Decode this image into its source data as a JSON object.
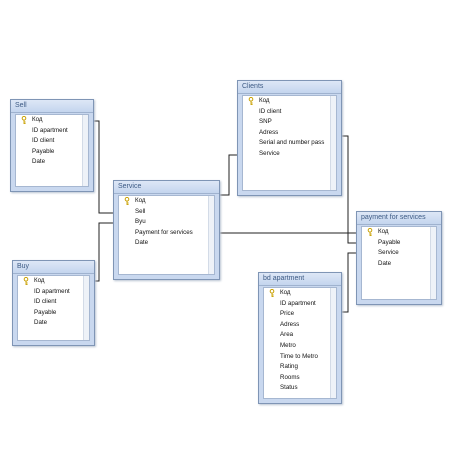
{
  "colors": {
    "line": "#222222",
    "header_text": "#3d5a84",
    "border": "#7f95b5",
    "header_bg": "#c9d8ef"
  },
  "key_icon": "key-icon",
  "tables": {
    "sell": {
      "title": "Sell",
      "fields": [
        "Код",
        "ID apartment",
        "ID client",
        "Payable",
        "Date"
      ]
    },
    "clients": {
      "title": "Clients",
      "fields": [
        "Код",
        "ID client",
        "SNP",
        "Adress",
        "Serial and number pass",
        "Service"
      ]
    },
    "service": {
      "title": "Service",
      "fields": [
        "Код",
        "Sell",
        "Byu",
        "Payment for services",
        "Date"
      ]
    },
    "buy": {
      "title": "Buy",
      "fields": [
        "Код",
        "ID apartment",
        "ID client",
        "Payable",
        "Date"
      ]
    },
    "payment": {
      "title": "payment for services",
      "fields": [
        "Код",
        "Payable",
        "Service",
        "Date"
      ]
    },
    "apartment": {
      "title": "bd apartment",
      "fields": [
        "Код",
        "ID apartment",
        "Price",
        "Adress",
        "Area",
        "Metro",
        "Time to Metro",
        "Rating",
        "Rooms",
        "Status"
      ]
    }
  }
}
